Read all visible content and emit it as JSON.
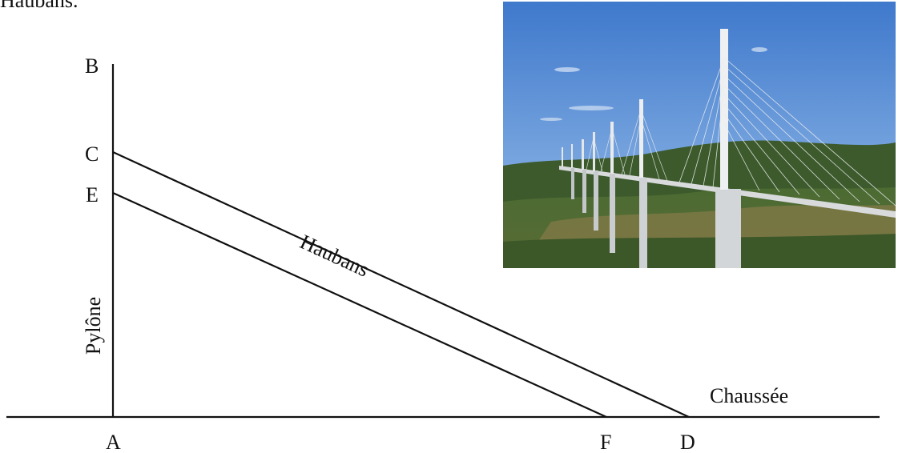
{
  "top_text": "Haubans.",
  "diagram": {
    "points": {
      "A": "A",
      "B": "B",
      "C": "C",
      "D": "D",
      "E": "E",
      "F": "F"
    },
    "labels": {
      "pylone": "Pylône",
      "haubans": "Haubans",
      "chaussee": "Chaussée"
    }
  },
  "photo": {
    "subject": "cable-stayed viaduct photograph",
    "sky_color": "#4f86d2",
    "hill_color": "#3f5a2e",
    "field_color": "#8a7a4e"
  }
}
